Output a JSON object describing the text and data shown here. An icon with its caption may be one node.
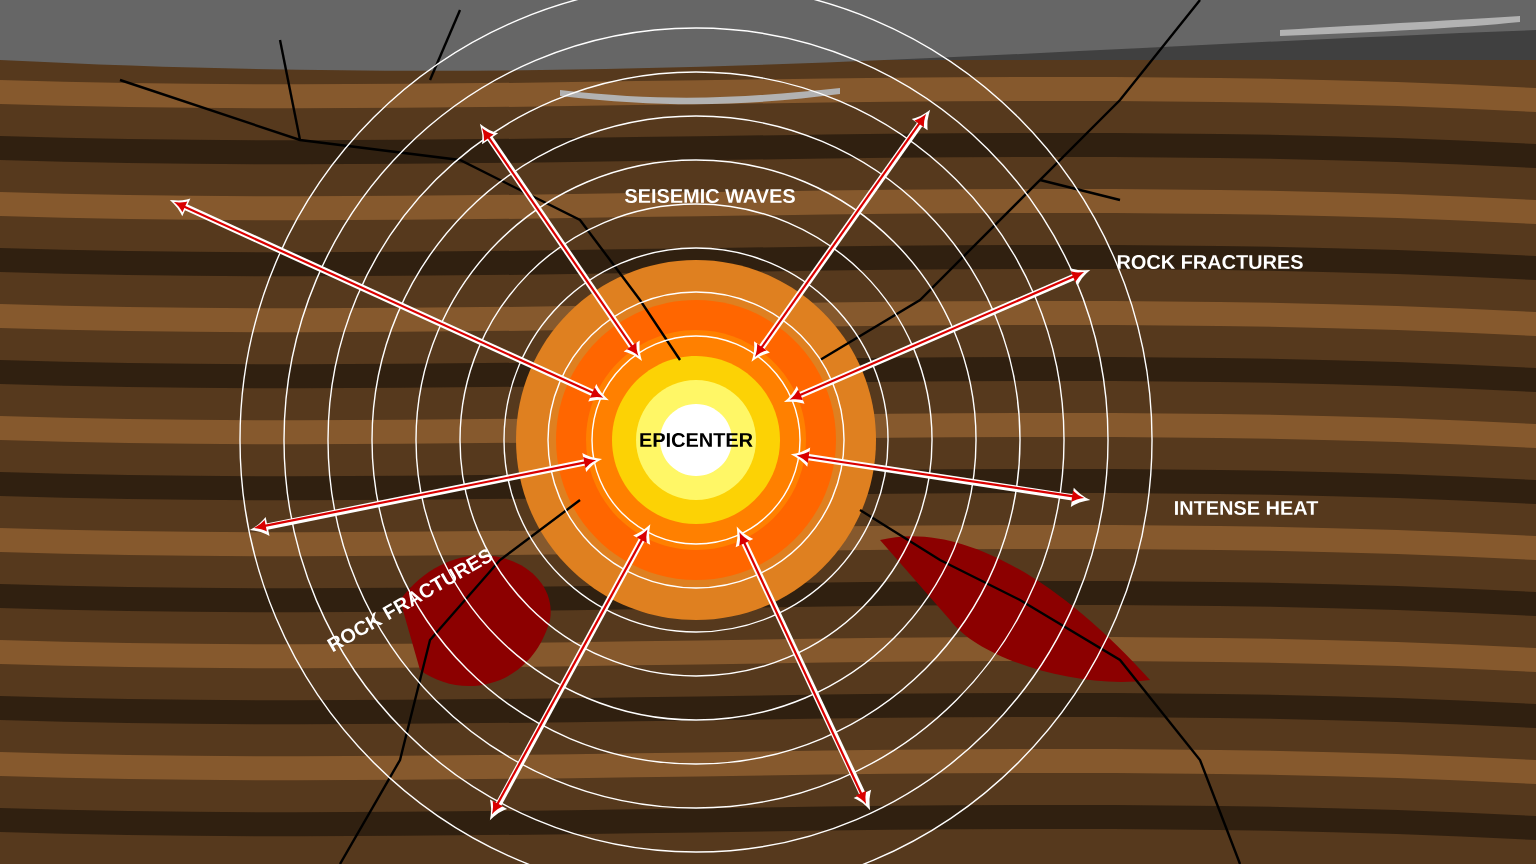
{
  "diagram": {
    "labels": [
      "SEISEMIC WAVES",
      "ROCK FRACTURES",
      "EPICENTER",
      "INTENSE HEAT",
      "ROCK FRACTURES"
    ]
  }
}
